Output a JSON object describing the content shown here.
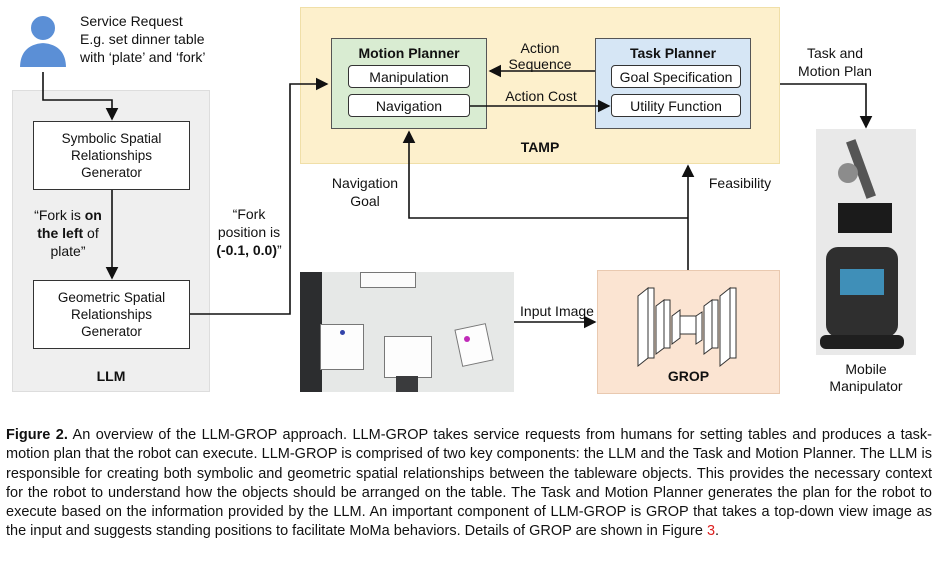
{
  "service_request": {
    "line1": "Service Request",
    "line2": "E.g. set dinner table",
    "line3": "with ‘plate’ and ‘fork’"
  },
  "llm": {
    "label": "LLM",
    "symbolic_box": "Symbolic Spatial Relationships Generator",
    "geometric_box": "Geometric Spatial Relationships Generator",
    "symbolic_output": {
      "pre": "“Fork is ",
      "bold1": "on",
      "bold2": "the left",
      "post1": " of",
      "post2": "plate”"
    }
  },
  "fork_position": {
    "line1": "“Fork",
    "line2": "position is",
    "value": "(-0.1, 0.0)",
    "close": "”"
  },
  "tamp": {
    "label": "TAMP",
    "motion_planner": {
      "title": "Motion Planner",
      "items": [
        "Manipulation",
        "Navigation"
      ]
    },
    "task_planner": {
      "title": "Task Planner",
      "items": [
        "Goal Specification",
        "Utility Function"
      ]
    },
    "action_sequence": {
      "line1": "Action",
      "line2": "Sequence"
    },
    "action_cost": "Action Cost"
  },
  "task_motion_plan": {
    "line1": "Task and",
    "line2": "Motion Plan"
  },
  "navigation_goal": {
    "line1": "Navigation",
    "line2": "Goal"
  },
  "feasibility": "Feasibility",
  "input_image": "Input Image",
  "grop": {
    "label": "GROP"
  },
  "mobile_manipulator": {
    "line1": "Mobile",
    "line2": "Manipulator"
  },
  "caption": {
    "figure": "Figure 2.",
    "text": " An overview of the LLM-GROP approach. LLM-GROP takes service requests from humans for setting tables and produces a task-motion plan that the robot can execute. LLM-GROP is comprised of two key components: the LLM and the Task and Motion Planner. The LLM is responsible for creating both symbolic and geometric spatial relationships between the tableware objects. This provides the necessary context for the robot to understand how the objects should be arranged on the table. The Task and Motion Planner generates the plan for the robot to execute based on the information provided by the LLM. An important component of LLM-GROP is GROP that takes a top-down view image as the input and suggests standing positions to facilitate MoMa behaviors. Details of GROP are shown in Figure ",
    "ref": "3",
    "end": "."
  },
  "colors": {
    "llm_panel": "#efefef",
    "tamp_panel": "#fdf0cc",
    "motion_planner": "#d9ecd2",
    "task_planner": "#d6e6f5",
    "grop_panel": "#fbe4d2",
    "user_icon": "#5b8fd6"
  },
  "icons": [
    "user-icon",
    "encoder-decoder-icon"
  ]
}
